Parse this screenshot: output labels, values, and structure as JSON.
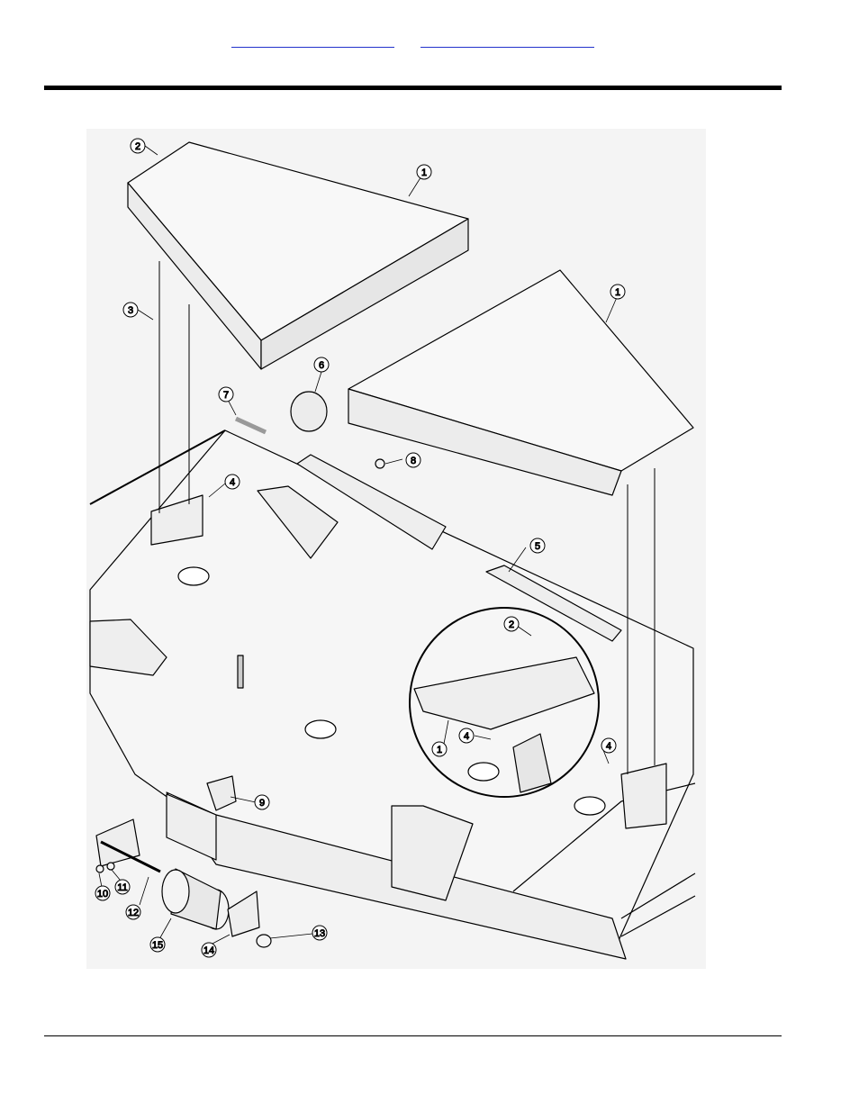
{
  "header": {
    "link_left": "",
    "link_right": ""
  },
  "figure": {
    "callouts": [
      "1",
      "1",
      "1",
      "2",
      "2",
      "3",
      "4",
      "4",
      "4",
      "5",
      "6",
      "7",
      "8",
      "9",
      "10",
      "11",
      "12",
      "13",
      "14",
      "15"
    ]
  },
  "colors": {
    "link": "#2233cc",
    "rule": "#000000",
    "figure_bg": "#f4f4f4"
  }
}
